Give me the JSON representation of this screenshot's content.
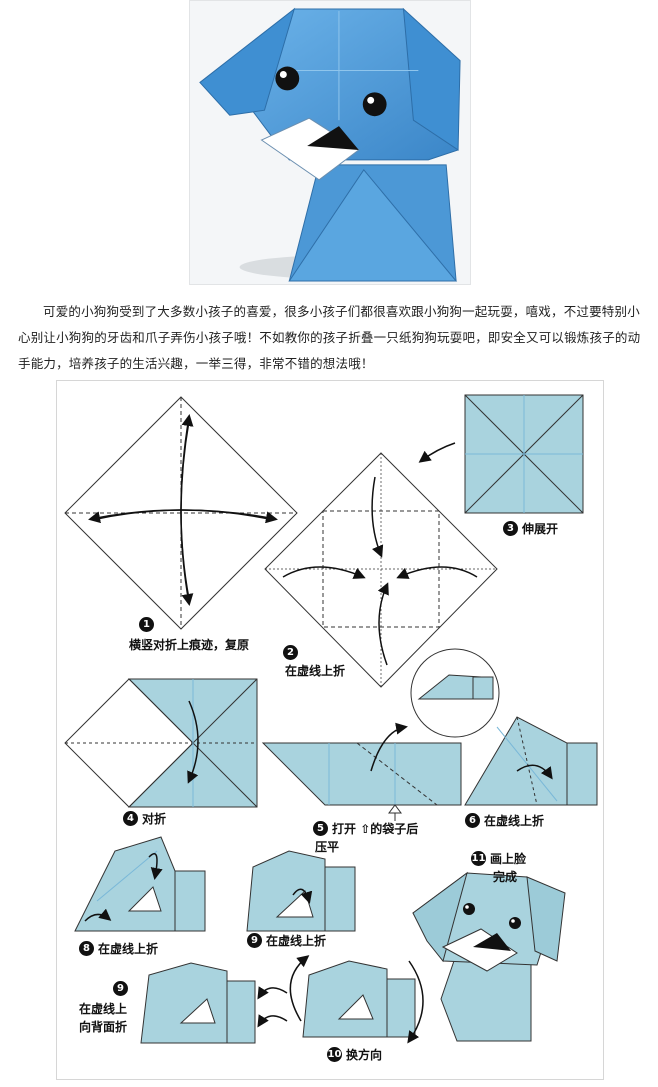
{
  "intro_text": "可爱的小狗狗受到了大多数小孩子的喜爱，很多小孩子们都很喜欢跟小狗狗一起玩耍，嘻戏，不过要特别小心别让小狗狗的牙齿和爪子弄伤小孩子哦！不如教你的孩子折叠一只纸狗狗玩耍吧，即安全又可以锻炼孩子的动手能力，培养孩子的生活兴趣，一举三得，非常不错的想法哦！",
  "colors": {
    "paper_blue": "#a9d3de",
    "photo_blue": "#4a9ad8",
    "crease_blue": "#7ab8d8"
  },
  "steps": [
    {
      "num": "1",
      "text": "横竖对折上痕迹，复原"
    },
    {
      "num": "2",
      "text": "在虚线上折"
    },
    {
      "num": "3",
      "text": "伸展开"
    },
    {
      "num": "4",
      "text": "对折"
    },
    {
      "num": "5",
      "text_line1": "打开",
      "text_line1b": "的袋子后",
      "text_line2": "压平"
    },
    {
      "num": "6",
      "text": "在虚线上折"
    },
    {
      "num": "8",
      "text": "在虚线上折"
    },
    {
      "num": "9",
      "text": "在虚线上折"
    },
    {
      "num": "9",
      "text_line1": "在虚线上",
      "text_line2": "向背面折"
    },
    {
      "num": "10",
      "text": "换方向"
    },
    {
      "num": "11",
      "text_line1": "画上脸",
      "text_line2": "完成"
    }
  ]
}
